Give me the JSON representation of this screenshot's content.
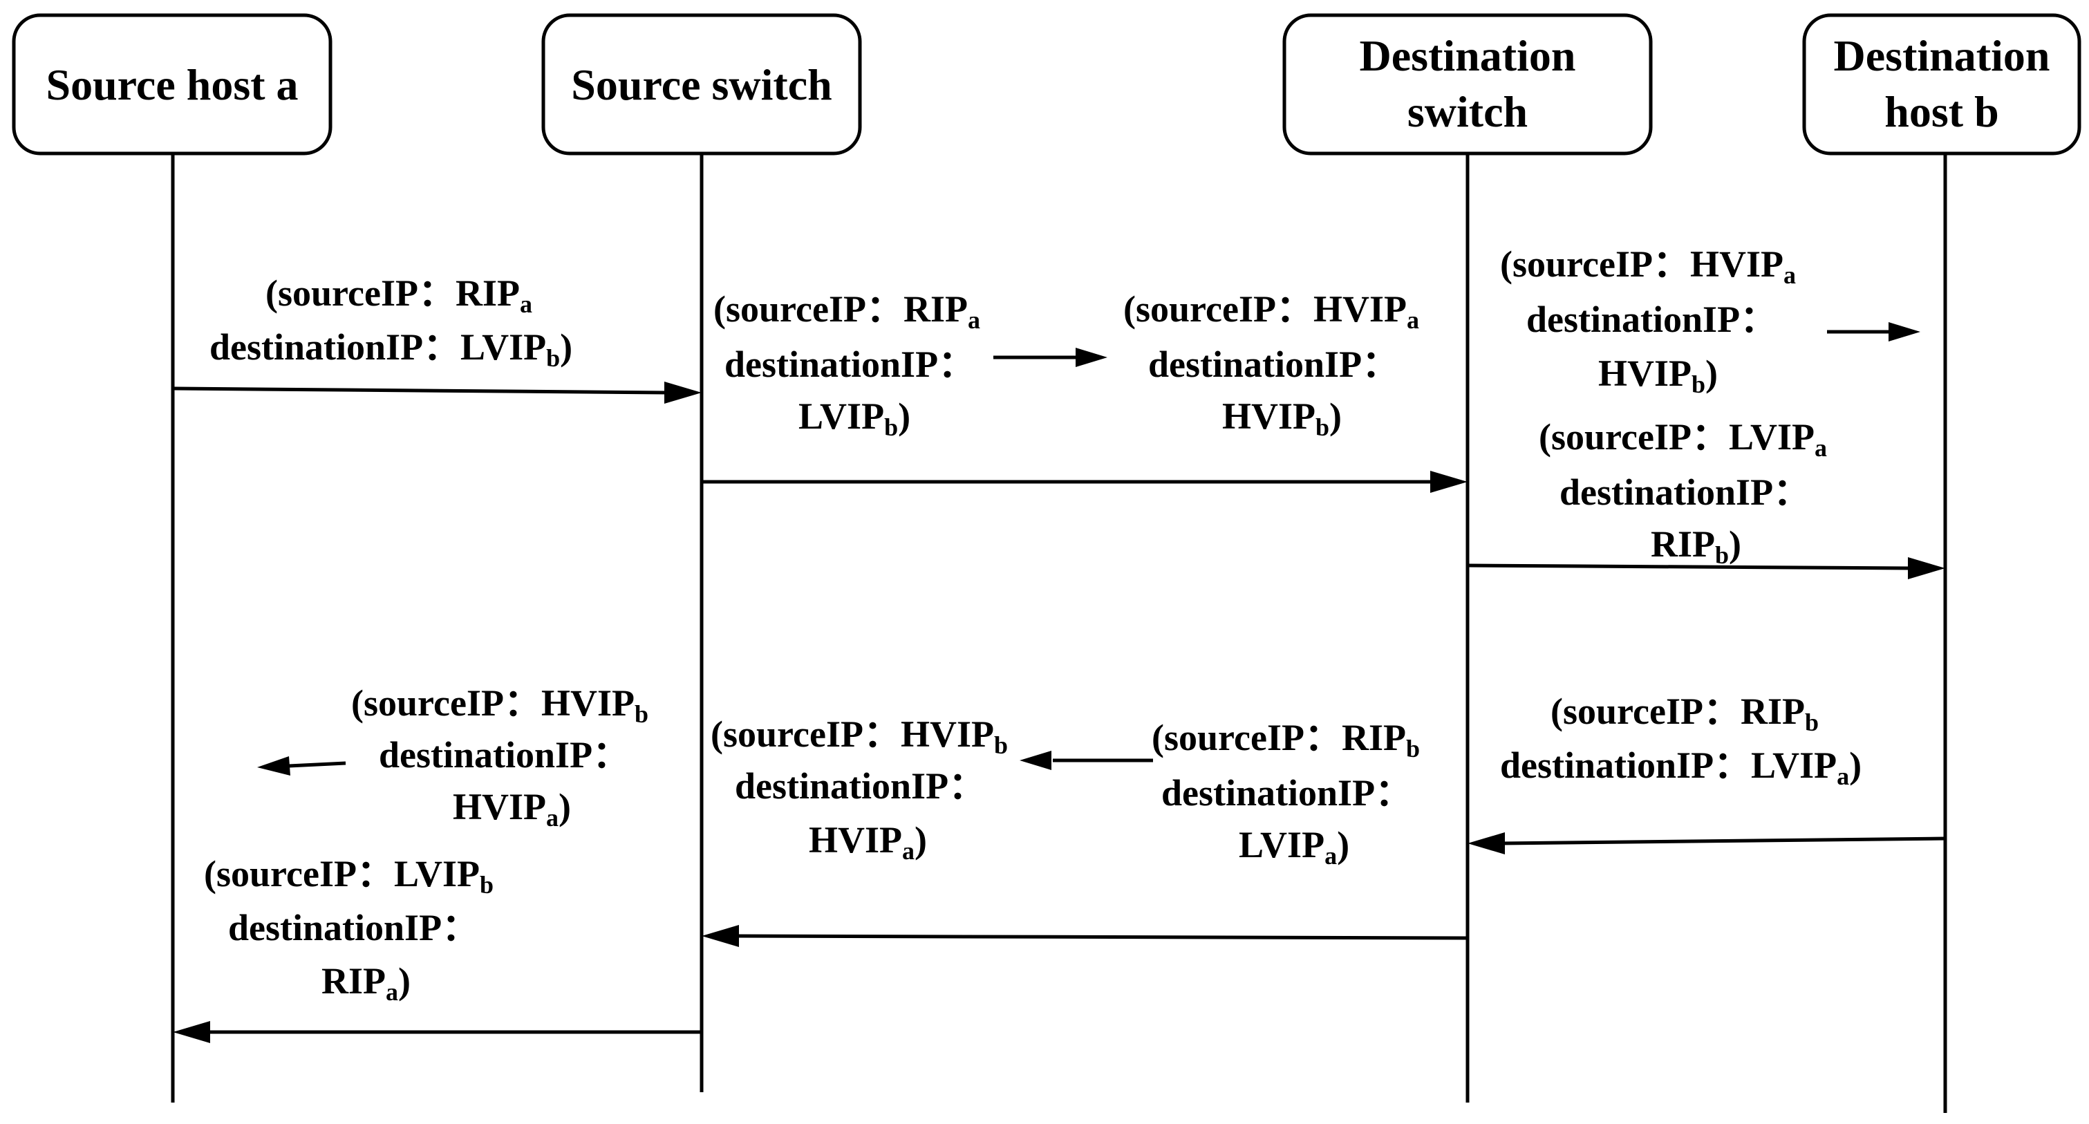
{
  "participants": {
    "source_host": {
      "line1": "Source host a",
      "line2": ""
    },
    "source_switch": {
      "line1": "Source switch",
      "line2": ""
    },
    "dest_switch": {
      "line1": "Destination",
      "line2": "switch"
    },
    "dest_host": {
      "line1": "Destination",
      "line2": "host b"
    }
  },
  "packets": {
    "p1": {
      "l1": "(sourceIP：RIP",
      "l1s": "a",
      "l2": "destinationIP：LVIP",
      "l2s": "b",
      "l2e": ")"
    },
    "p2": {
      "l1": "(sourceIP：RIP",
      "l1s": "a",
      "l2": "destinationIP：",
      "l3": "LVIP",
      "l3s": "b",
      "l3e": ")"
    },
    "p3": {
      "l1": "(sourceIP：HVIP",
      "l1s": "a",
      "l2": "destinationIP：",
      "l3": "HVIP",
      "l3s": "b",
      "l3e": ")"
    },
    "p4": {
      "l1": "(sourceIP：HVIP",
      "l1s": "a",
      "l2": "destinationIP：",
      "l3": "HVIP",
      "l3s": "b",
      "l3e": ")"
    },
    "p5": {
      "l1": "(sourceIP：LVIP",
      "l1s": "a",
      "l2": "destinationIP：",
      "l3": "RIP",
      "l3s": "b",
      "l3e": ")"
    },
    "p6": {
      "l1": "(sourceIP：RIP",
      "l1s": "b",
      "l2": "destinationIP：LVIP",
      "l2s": "a",
      "l2e": ")"
    },
    "p7": {
      "l1": "(sourceIP：RIP",
      "l1s": "b",
      "l2": "destinationIP：",
      "l3": "LVIP",
      "l3s": "a",
      "l3e": ")"
    },
    "p8": {
      "l1": "(sourceIP：HVIP",
      "l1s": "b",
      "l2": "destinationIP：",
      "l3": "HVIP",
      "l3s": "a",
      "l3e": ")"
    },
    "p9": {
      "l1": "(sourceIP：HVIP",
      "l1s": "b",
      "l2": "destinationIP：",
      "l3": "HVIP",
      "l3s": "a",
      "l3e": ")"
    },
    "p10": {
      "l1": "(sourceIP：LVIP",
      "l1s": "b",
      "l2": "destinationIP：",
      "l3": "RIP",
      "l3s": "a",
      "l3e": ")"
    }
  }
}
